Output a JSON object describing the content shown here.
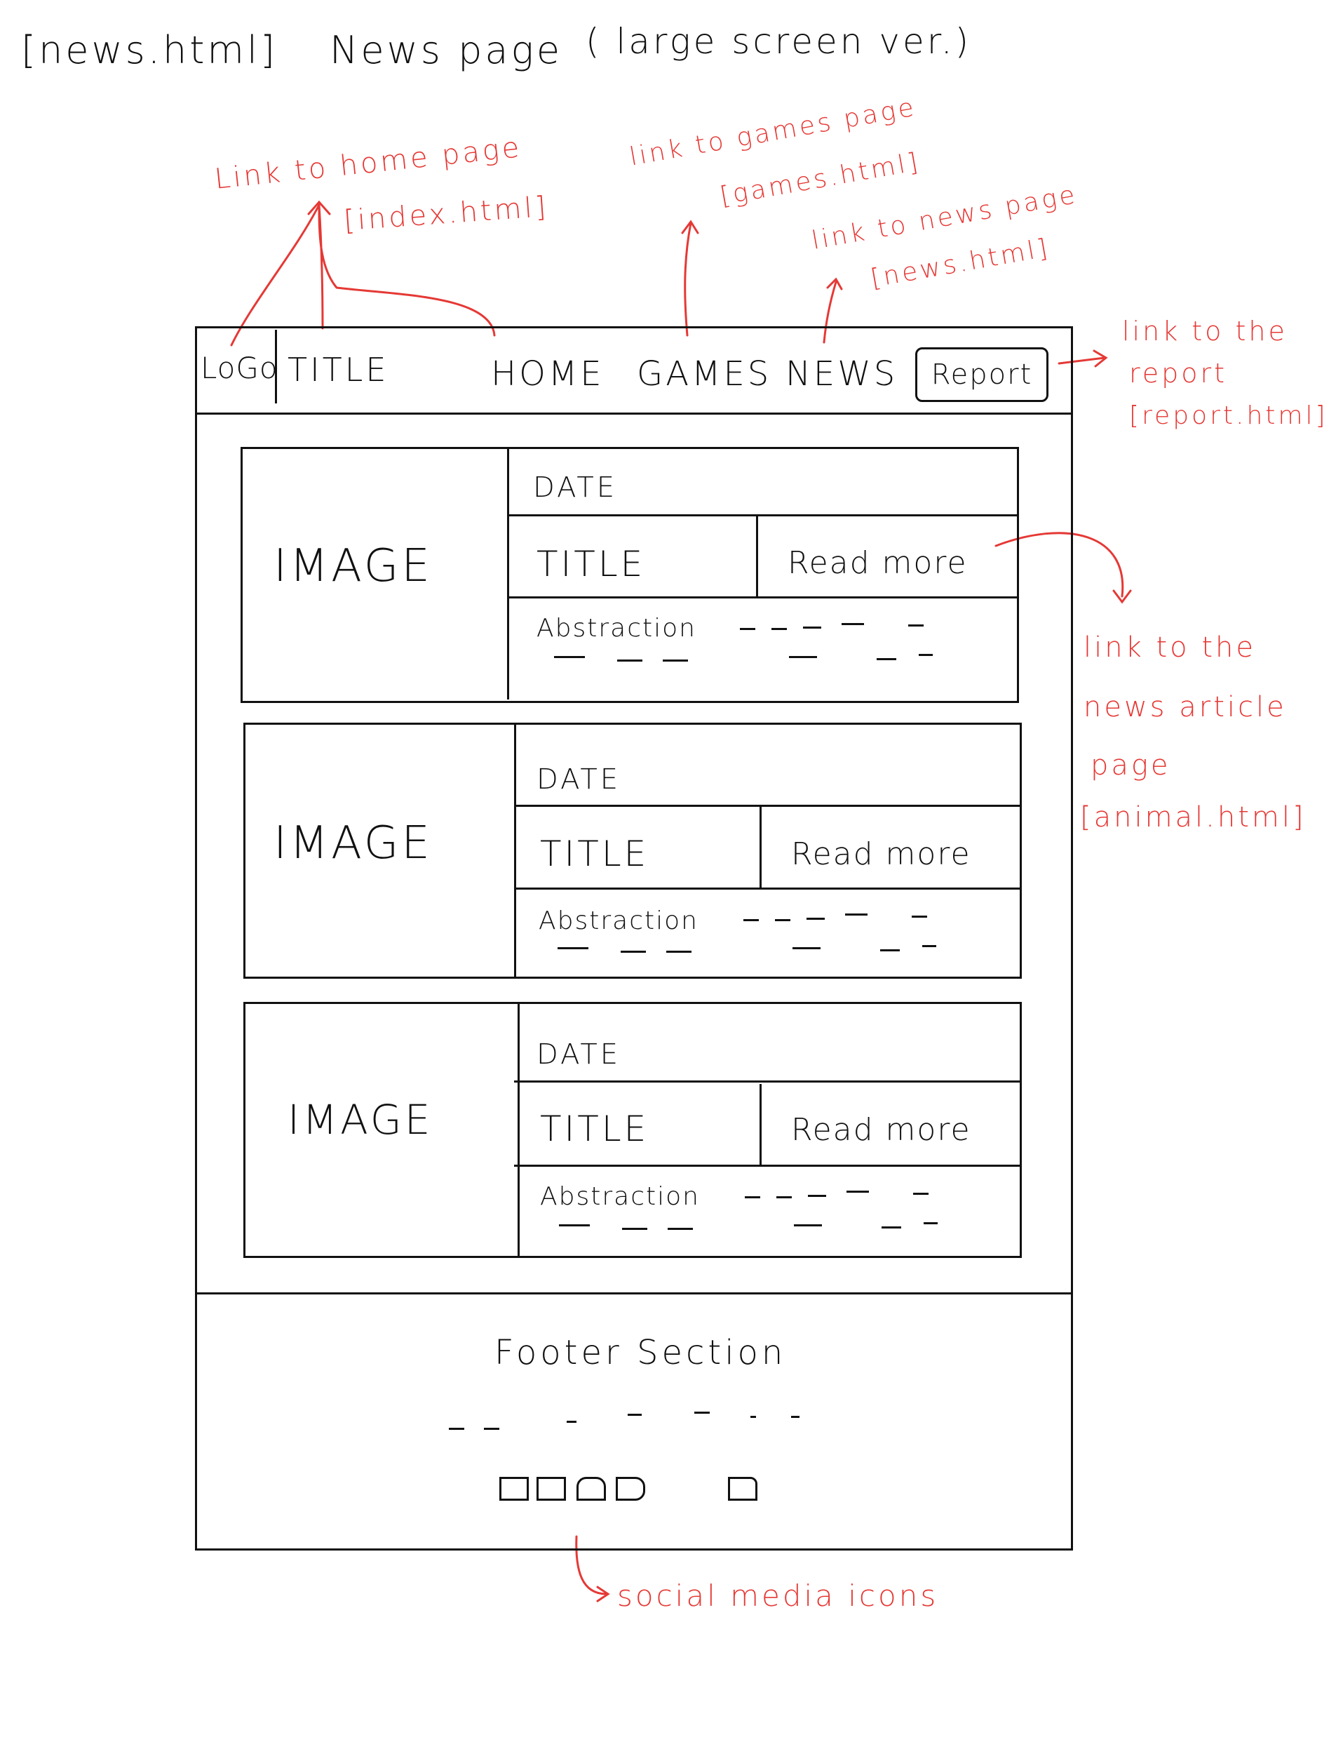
{
  "header": {
    "filename": "[news.html]",
    "title": "News page",
    "version": "( large screen ver.)"
  },
  "annotations": {
    "home": "Link to home page",
    "home_file": "[index.html]",
    "games": "link to games page",
    "games_file": "[games.html]",
    "news": "link to news page",
    "news_file": "[news.html]",
    "report_line1": "link to the",
    "report_line2": "report",
    "report_file": "[report.html]",
    "article_line1": "link to the",
    "article_line2": "news article",
    "article_line3": "page",
    "article_file": "[animal.html]",
    "social": "social media icons"
  },
  "navbar": {
    "logo": "LoGo",
    "title": "TITLE",
    "links": [
      "HOME",
      "GAMES",
      "NEWS"
    ],
    "report": "Report"
  },
  "cards": [
    {
      "image": "IMAGE",
      "date": "DATE",
      "title": "TITLE",
      "read_more": "Read more",
      "abstract": "Abstraction"
    },
    {
      "image": "IMAGE",
      "date": "DATE",
      "title": "TITLE",
      "read_more": "Read more",
      "abstract": "Abstraction"
    },
    {
      "image": "IMAGE",
      "date": "DATE",
      "title": "TITLE",
      "read_more": "Read more",
      "abstract": "Abstraction"
    }
  ],
  "footer": {
    "title": "Footer Section",
    "social_icon_count": 5
  },
  "colors": {
    "ink": "#111111",
    "annotation": "#e53935"
  }
}
